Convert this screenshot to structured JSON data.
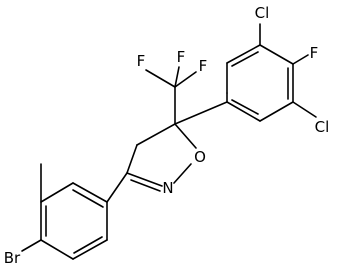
{
  "molecule": {
    "bond_color": "#000000",
    "atom_labels": {
      "cl_top": "Cl",
      "f_para": "F",
      "cl_bottom": "Cl",
      "f_cf3_a": "F",
      "f_cf3_b": "F",
      "f_cf3_c": "F",
      "o_ring": "O",
      "n_ring": "N",
      "br": "Br"
    }
  }
}
